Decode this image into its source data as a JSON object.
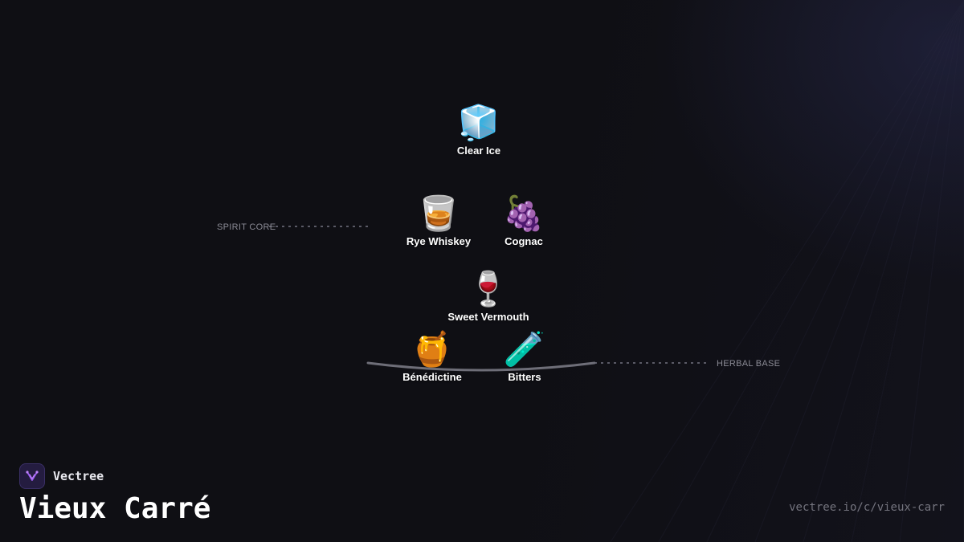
{
  "brand": {
    "name": "Vectree"
  },
  "title": "Vieux Carré",
  "url": "vectree.io/c/vieux-carr",
  "zones": {
    "spirit_core": "SPIRIT CORE",
    "herbal_base": "HERBAL BASE"
  },
  "ingredients": [
    {
      "id": "clear-ice",
      "name": "Clear Ice",
      "emoji": "🧊"
    },
    {
      "id": "rye-whiskey",
      "name": "Rye Whiskey",
      "emoji": "🥃"
    },
    {
      "id": "cognac",
      "name": "Cognac",
      "emoji": "🍇"
    },
    {
      "id": "sweet-vermouth",
      "name": "Sweet Vermouth",
      "emoji": "🍷"
    },
    {
      "id": "benedictine",
      "name": "Bénédictine",
      "emoji": "🍯"
    },
    {
      "id": "bitters",
      "name": "Bitters",
      "emoji": "🧪"
    }
  ]
}
